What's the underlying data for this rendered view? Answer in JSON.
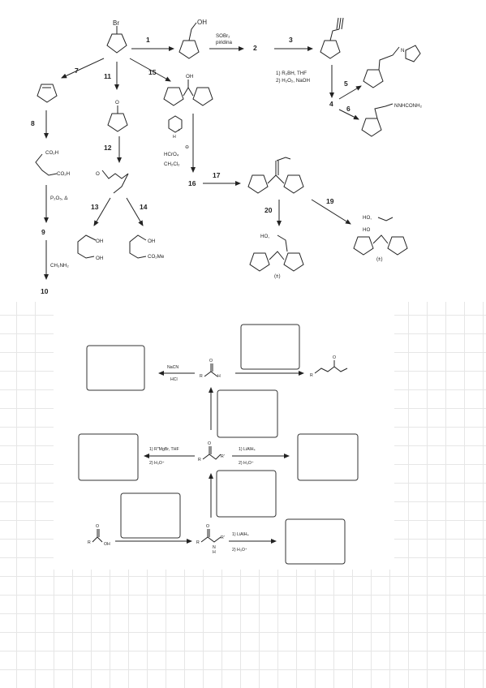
{
  "scheme_top": {
    "reagents": {
      "br": "Br",
      "oh": "OH",
      "socl2": "SOBr₂",
      "piridina": "piridina",
      "hydroboration_1": "1) R₂BH, THF",
      "hydroboration_2": "2) H₂O₂, NaOH",
      "ketone_o": "O",
      "co2h_1": "CO₂H",
      "co2h_2": "CO₂H",
      "p2o5": "P₂O₅, Δ",
      "ch3nh2": "CH₃NH₂",
      "oh_diol_1": "OH",
      "oh_diol_2": "OH",
      "oh_ester": "OH",
      "co2me": "CO₂Me",
      "oh_alcohol": "OH",
      "pyridinium_h": "H",
      "pyridinium_n": "N",
      "plus": "+",
      "minus": "⊖",
      "hcro4": "HCrO₄",
      "ch2cl2": "CH₂Cl₂",
      "semicarbazone": "NNHCONH₂",
      "amine_n": "N",
      "ho_20": "HO,",
      "ho_19a": "HO,",
      "ho_19b": "HO",
      "racemic_20": "(±)",
      "racemic_19": "(±)",
      "ester_o": "O"
    },
    "numbers": [
      "1",
      "2",
      "3",
      "4",
      "5",
      "6",
      "7",
      "8",
      "9",
      "10",
      "11",
      "12",
      "13",
      "14",
      "15",
      "16",
      "17",
      "19",
      "20"
    ]
  },
  "scheme_bottom": {
    "reagents": {
      "nacn": "NaCN",
      "hcl": "HCl",
      "grignard_1": "1) R\"MgBr, THF",
      "grignard_2": "2) H₃O⁺",
      "lialh4_ester_1": "1) LiAlH₄",
      "lialh4_ester_2": "2) H₃O⁺",
      "lialh4_amide_1": "1) LiAlH₄",
      "lialh4_amide_2": "2) H₃O⁺",
      "aldehyde_r": "R",
      "aldehyde_h": "H",
      "aldehyde_o": "O",
      "unsat_ester_r": "R",
      "unsat_ester_o": "O",
      "ester_r": "R",
      "ester_o": "O",
      "ester_rp": "R'",
      "amide_r": "R",
      "amide_n": "N",
      "amide_h": "H",
      "amide_rp": "R'",
      "amide_o": "O",
      "acid_r": "R",
      "acid_oh": "OH",
      "acid_o": "O"
    }
  }
}
